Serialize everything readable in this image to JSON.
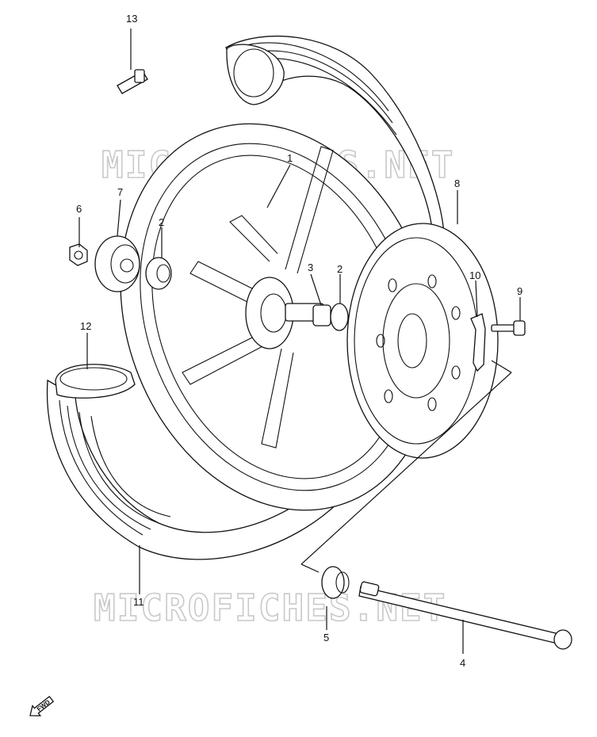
{
  "watermark": {
    "top": "MICROFICHES.NET",
    "bottom": "MICROFICHES.NET"
  },
  "callouts": [
    {
      "id": "c1",
      "label": "1"
    },
    {
      "id": "c2a",
      "label": "2"
    },
    {
      "id": "c2b",
      "label": "2"
    },
    {
      "id": "c3",
      "label": "3"
    },
    {
      "id": "c4",
      "label": "4"
    },
    {
      "id": "c5",
      "label": "5"
    },
    {
      "id": "c6",
      "label": "6"
    },
    {
      "id": "c7",
      "label": "7"
    },
    {
      "id": "c8",
      "label": "8"
    },
    {
      "id": "c9",
      "label": "9"
    },
    {
      "id": "c10",
      "label": "10"
    },
    {
      "id": "c11",
      "label": "11"
    },
    {
      "id": "c12",
      "label": "12"
    },
    {
      "id": "c13",
      "label": "13"
    }
  ],
  "direction_marker": {
    "label": "FWD",
    "icon": "arrow-left-down-icon"
  },
  "colors": {
    "line": "#111111",
    "watermark": "#c9c9c9",
    "background": "#ffffff"
  }
}
